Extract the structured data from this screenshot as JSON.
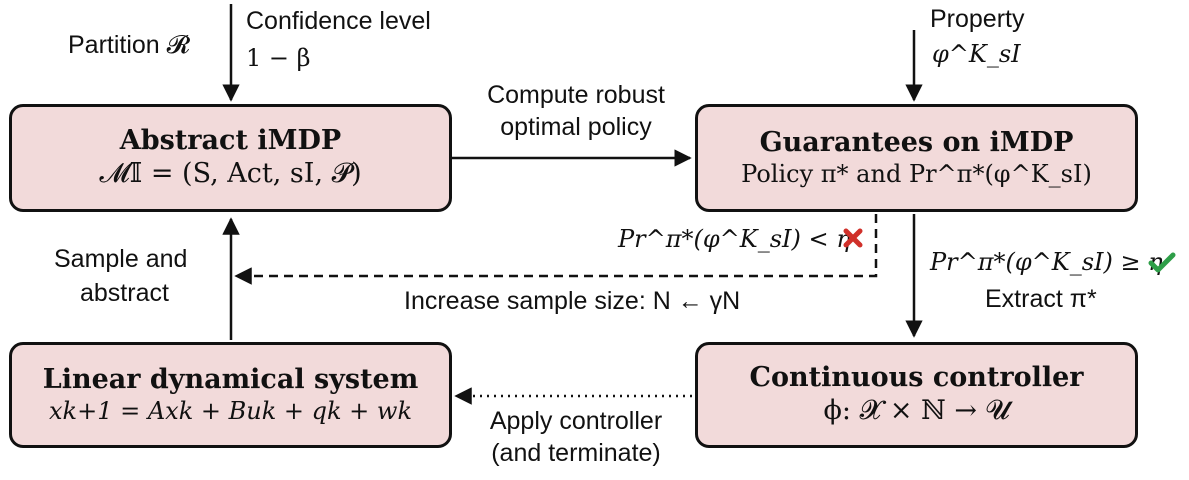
{
  "boxes": {
    "abstract": {
      "title": "Abstract iMDP",
      "body": "𝓜𝕀 = (S, Act, sI, 𝓟)"
    },
    "guarantees": {
      "title": "Guarantees on iMDP",
      "body": "Policy π* and Pr^π*(φ^K_sI)"
    },
    "linear": {
      "title": "Linear dynamical system",
      "body": "xk+1 = Axk + Buk + qk + wk"
    },
    "controller": {
      "title": "Continuous controller",
      "body": "ϕ: 𝓧 × ℕ → 𝓤"
    }
  },
  "labels": {
    "partition": "Partition 𝓡",
    "confidence": "Confidence level",
    "confidence_value": "1 − β",
    "property": "Property",
    "property_value": "φ^K_sI",
    "compute_line1": "Compute robust",
    "compute_line2": "optimal policy",
    "fail_condition": "Pr^π*(φ^K_sI) < η",
    "increase": "Increase sample size: N ← γN",
    "success_condition": "Pr^π*(φ^K_sI) ≥ η",
    "extract": "Extract π*",
    "sample_line1": "Sample and",
    "sample_line2": "abstract",
    "apply_line1": "Apply controller",
    "apply_line2": "(and terminate)"
  },
  "colors": {
    "box_fill": "#f2dada",
    "cross": "#d0302a",
    "check": "#2e9e48"
  },
  "icons": {
    "fail": "cross-icon",
    "success": "check-icon"
  }
}
